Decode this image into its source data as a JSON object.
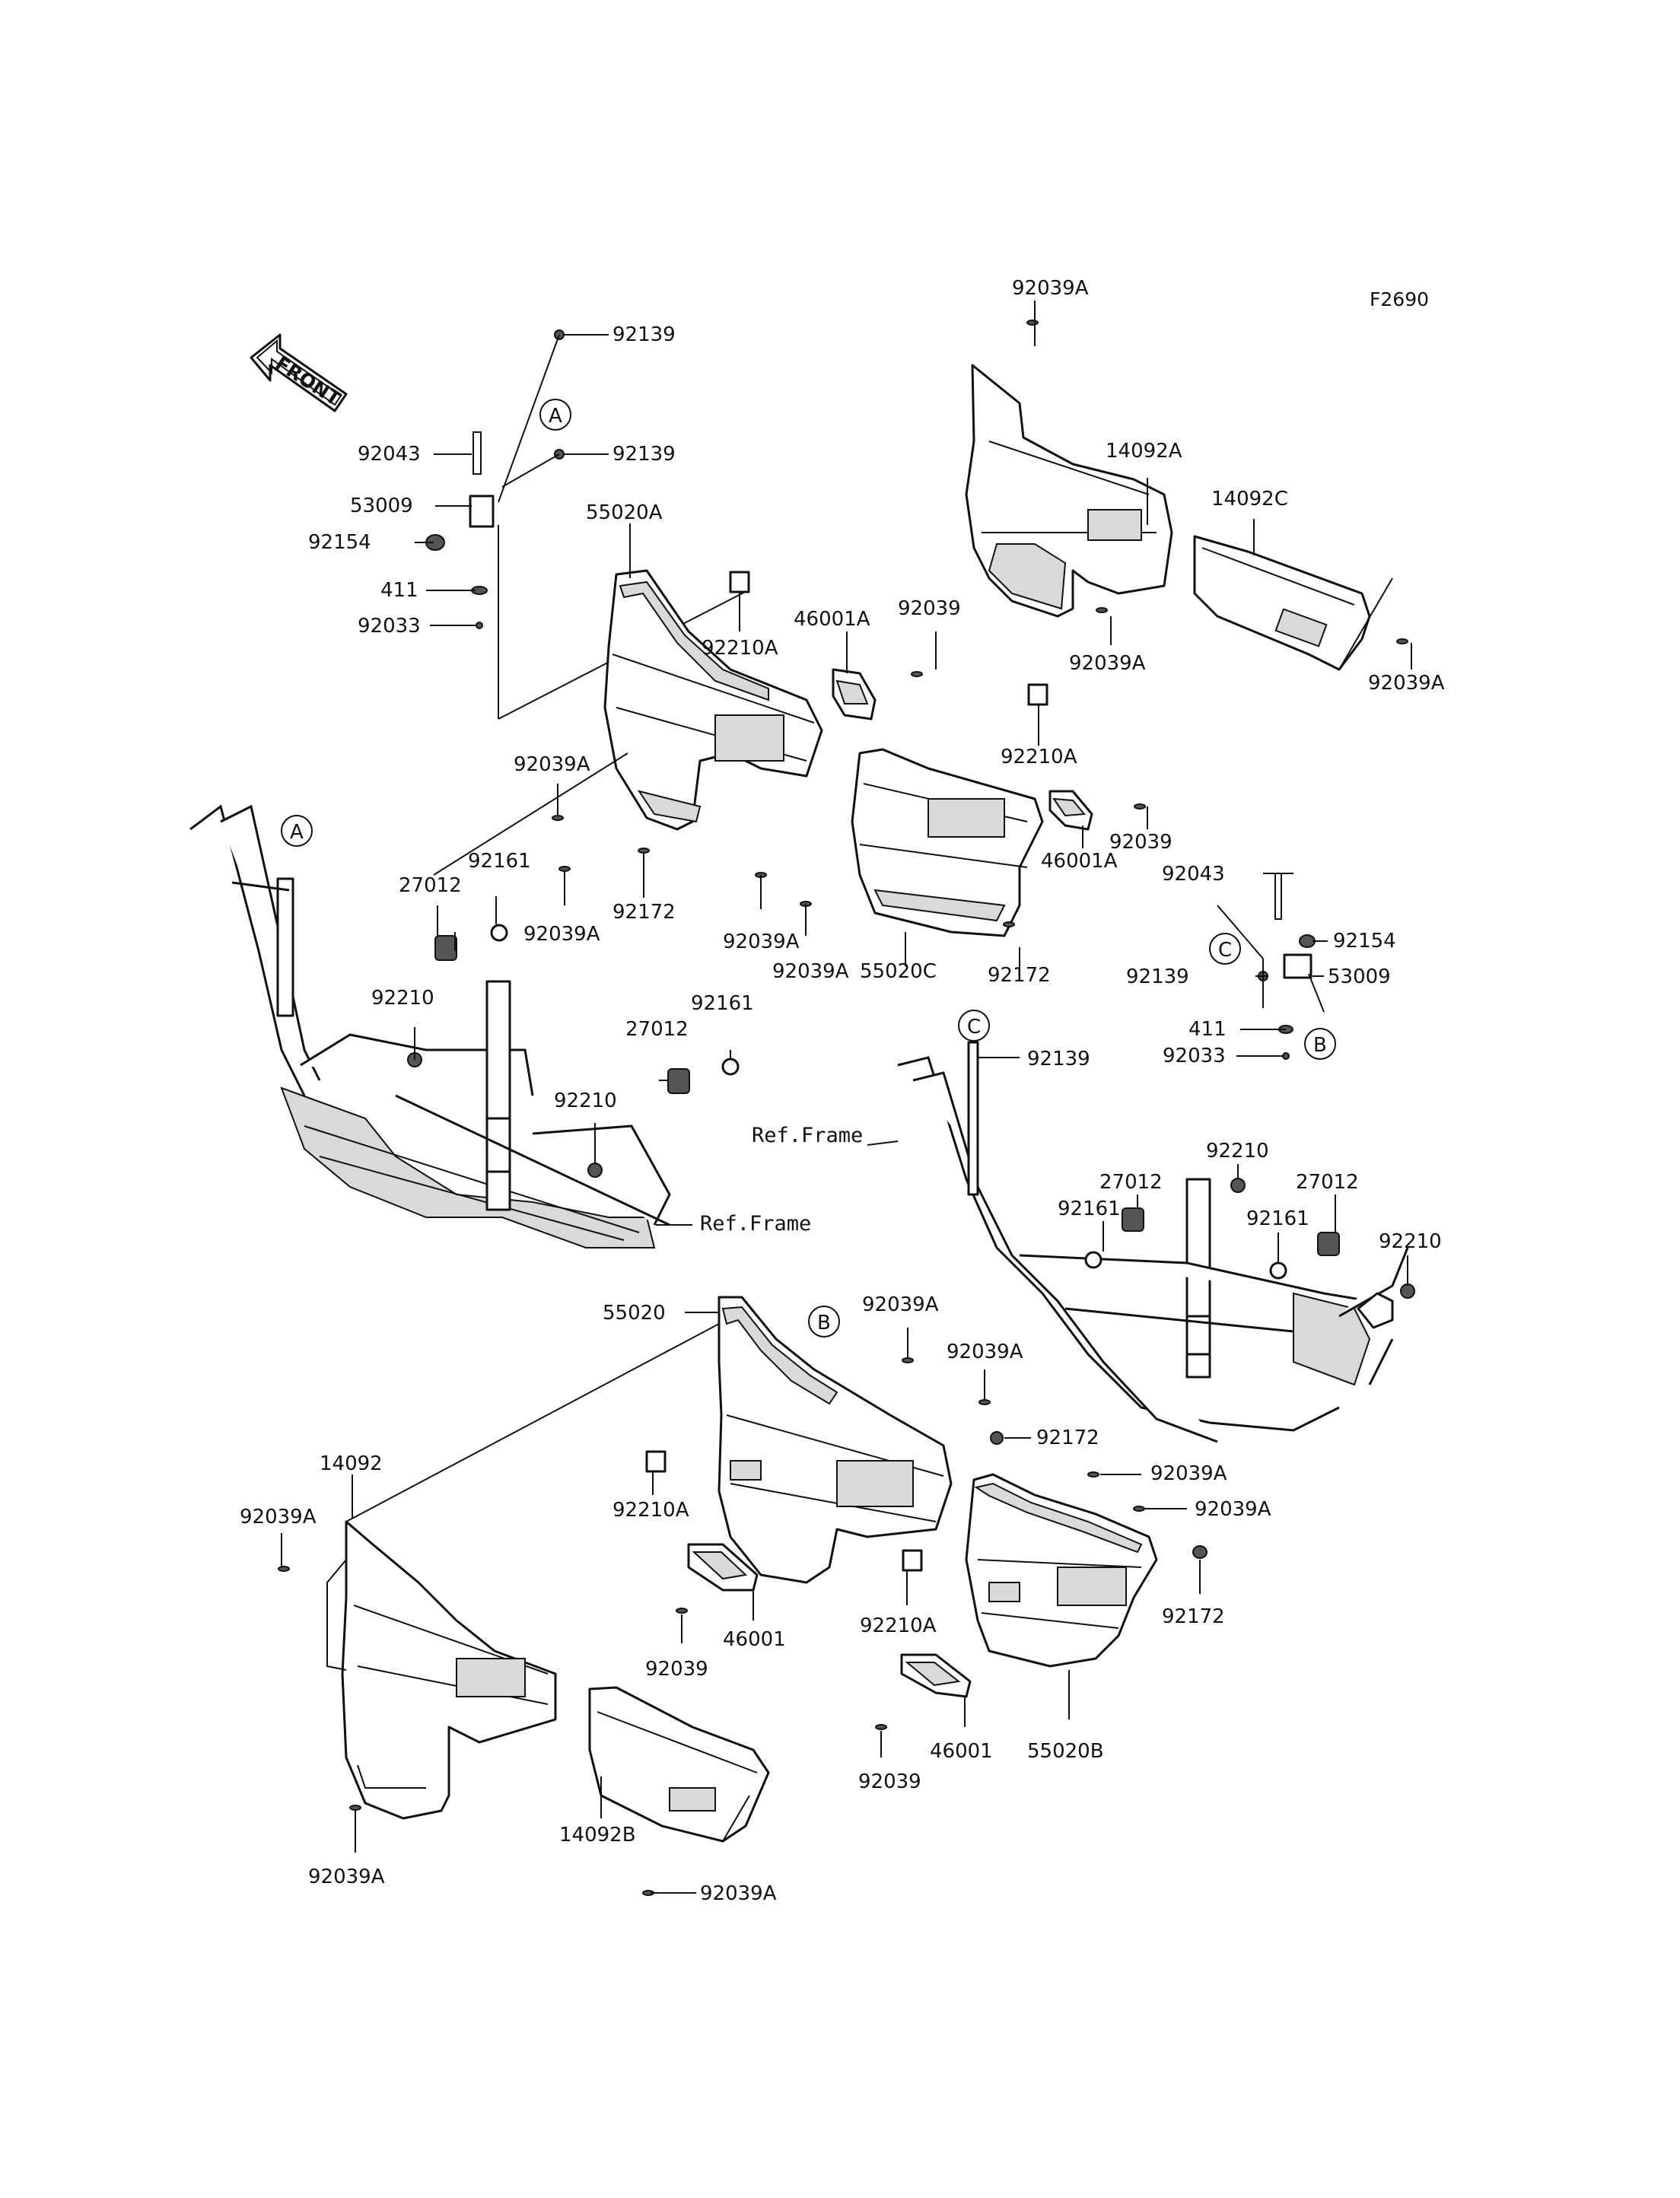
{
  "figure_code": "F2690",
  "front_arrow_text": "FRONT",
  "ref_frame_text": "Ref.Frame",
  "circle_refs": [
    "A",
    "B",
    "C"
  ],
  "labels": {
    "p92039A_top": "92039A",
    "p92139_a": "92139",
    "p92139_b": "92139",
    "p92043_left": "92043",
    "p53009_left": "53009",
    "p92154_left": "92154",
    "p411_left": "411",
    "p92033_left": "92033",
    "p55020A": "55020A",
    "p92210A_a": "92210A",
    "p46001A_a": "46001A",
    "p92039_a": "92039",
    "p14092A": "14092A",
    "p14092C": "14092C",
    "p92039A_b": "92039A",
    "p92039A_c": "92039A",
    "p92210A_b": "92210A",
    "p92039A_d": "92039A",
    "p92161_a": "92161",
    "p27012_a": "27012",
    "p92039A_e": "92039A",
    "p92172_a": "92172",
    "p92039_b": "92039",
    "p46001A_b": "46001A",
    "p92043_right": "92043",
    "p92154_right": "92154",
    "p53009_right": "53009",
    "p92139_c": "92139",
    "p411_right": "411",
    "p92033_right": "92033",
    "p92039A_f": "92039A",
    "p92039A_g": "92039A",
    "p55020C": "55020C",
    "p92172_b": "92172",
    "p92210_a": "92210",
    "p27012_b": "27012",
    "p92161_b": "92161",
    "p92210_b": "92210",
    "p92139_d": "92139",
    "p92210_c": "92210",
    "p27012_c": "27012",
    "p27012_d": "27012",
    "p92161_c": "92161",
    "p92161_d": "92161",
    "p92210_d": "92210",
    "p55020": "55020",
    "p92039A_h": "92039A",
    "p92039A_i": "92039A",
    "p92172_c": "92172",
    "p92039A_j": "92039A",
    "p92039A_k": "92039A",
    "p14092": "14092",
    "p92039A_l": "92039A",
    "p92210A_c": "92210A",
    "p92210A_d": "92210A",
    "p92172_d": "92172",
    "p92039_c": "92039",
    "p46001_a": "46001",
    "p46001_b": "46001",
    "p55020B": "55020B",
    "p92039_d": "92039",
    "p92039A_m": "92039A",
    "p14092B": "14092B",
    "p92039A_n": "92039A"
  }
}
